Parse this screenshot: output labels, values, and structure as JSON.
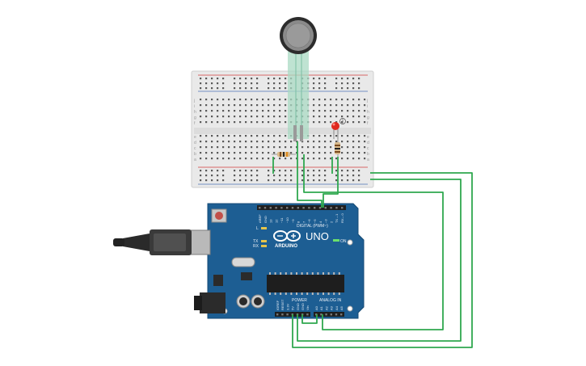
{
  "breadboard": {
    "row_letters_top": [
      "j",
      "i",
      "h",
      "g",
      "f"
    ],
    "row_letters_bottom": [
      "e",
      "d",
      "c",
      "b",
      "a"
    ]
  },
  "arduino": {
    "logo_text": "ARDUINO",
    "model": "UNO",
    "header_digital": "DIGITAL (PWM~)",
    "header_power": "POWER",
    "header_analog": "ANALOG IN",
    "led_l": "L",
    "led_tx": "TX",
    "led_rx": "RX",
    "led_on": "ON",
    "digital_pins": [
      "AREF",
      "GND",
      "13",
      "12",
      "~11",
      "~10",
      "~9",
      "8",
      "7",
      "~6",
      "~5",
      "4",
      "~3",
      "2",
      "TX→1",
      "RX←0"
    ],
    "power_pins": [
      "IOREF",
      "RESET",
      "3.3V",
      "5V",
      "GND",
      "GND",
      "Vin"
    ],
    "analog_pins": [
      "A0",
      "A1",
      "A2",
      "A3",
      "A4",
      "A5"
    ]
  },
  "colors": {
    "wire": "#2fa84f",
    "board": "#1d5e93",
    "breadboard": "#e7e7e7",
    "led": "#e0281e",
    "rail_red": "#d23b3b",
    "rail_blue": "#4a6fb5"
  },
  "icons": {
    "fsr": "force-sensor-icon",
    "led": "red-led-icon",
    "usb": "usb-cable-icon",
    "logo": "infinity-logo-icon"
  }
}
